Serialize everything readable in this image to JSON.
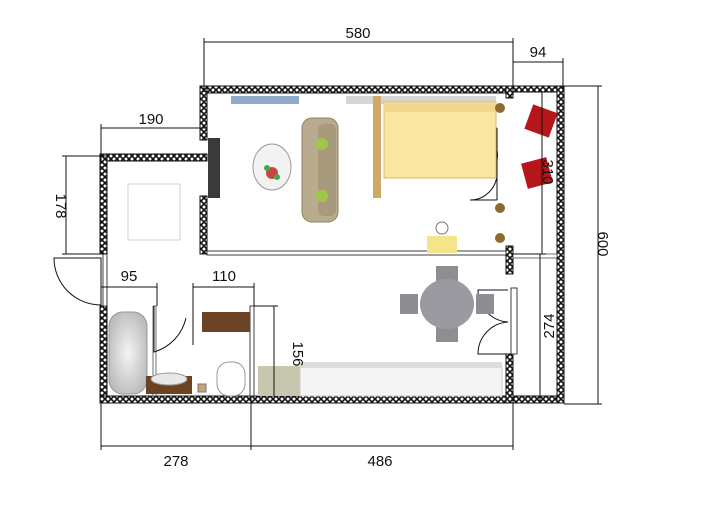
{
  "dimensions": {
    "top_width": "580",
    "top_right": "94",
    "left_room_width": "190",
    "left_room_height": "178",
    "right_inner": "310",
    "overall_right": "600",
    "lower_right": "274",
    "bath_width": "95",
    "wc_width": "110",
    "bath_depth": "156",
    "bottom_left": "278",
    "bottom_right": "486"
  },
  "colors": {
    "wall_hatch": "#111111",
    "floor": "#ffffff",
    "sofa": "#b9ab8e",
    "bed": "#fbe6a3",
    "bed_frame": "#cfa96a",
    "armchair": "#b4161c",
    "table": "#8d8d92",
    "cabinet": "#6b4324",
    "tv": "#3a3a3a",
    "shelf": "#8ea9c9"
  },
  "icons": [
    "sofa-icon",
    "bed-icon",
    "armchair-icon",
    "dining-table-icon",
    "bathtub-icon",
    "toilet-icon",
    "sink-icon",
    "plant-icon",
    "lamp-icon",
    "tv-icon"
  ]
}
